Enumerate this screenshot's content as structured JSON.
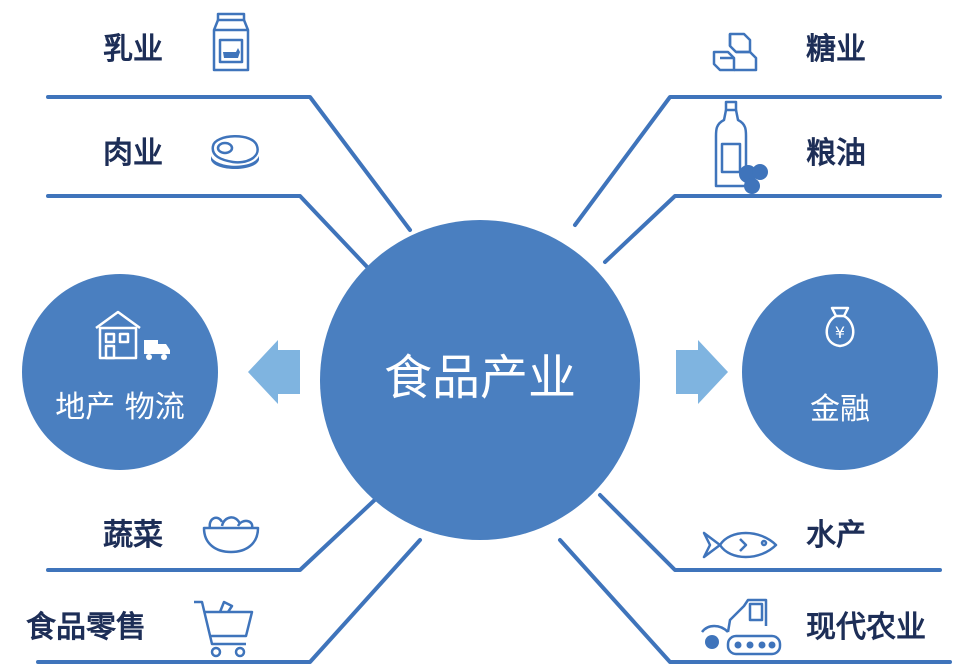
{
  "center": {
    "label": "食品产业"
  },
  "left_hub": {
    "label_a": "地产",
    "label_b": "物流",
    "icon": "house-truck-icon"
  },
  "right_hub": {
    "label": "金融",
    "icon": "money-bag-icon",
    "symbol": "¥"
  },
  "industries": {
    "dairy": {
      "label": "乳业",
      "icon": "milk-carton-icon"
    },
    "meat": {
      "label": "肉业",
      "icon": "steak-icon"
    },
    "vegetables": {
      "label": "蔬菜",
      "icon": "salad-bowl-icon"
    },
    "retail": {
      "label": "食品零售",
      "icon": "shopping-cart-icon"
    },
    "sugar": {
      "label": "糖业",
      "icon": "sugar-cubes-icon"
    },
    "grain_oil": {
      "label": "粮油",
      "icon": "oil-bottle-icon"
    },
    "aquatic": {
      "label": "水产",
      "icon": "fish-icon"
    },
    "agriculture": {
      "label": "现代农业",
      "icon": "tractor-icon"
    }
  },
  "colors": {
    "main_blue": "#4a7fc0",
    "light_blue": "#7fb4e0",
    "line_blue": "#3f74bb",
    "text_dark": "#1d2e57",
    "white": "#ffffff"
  }
}
